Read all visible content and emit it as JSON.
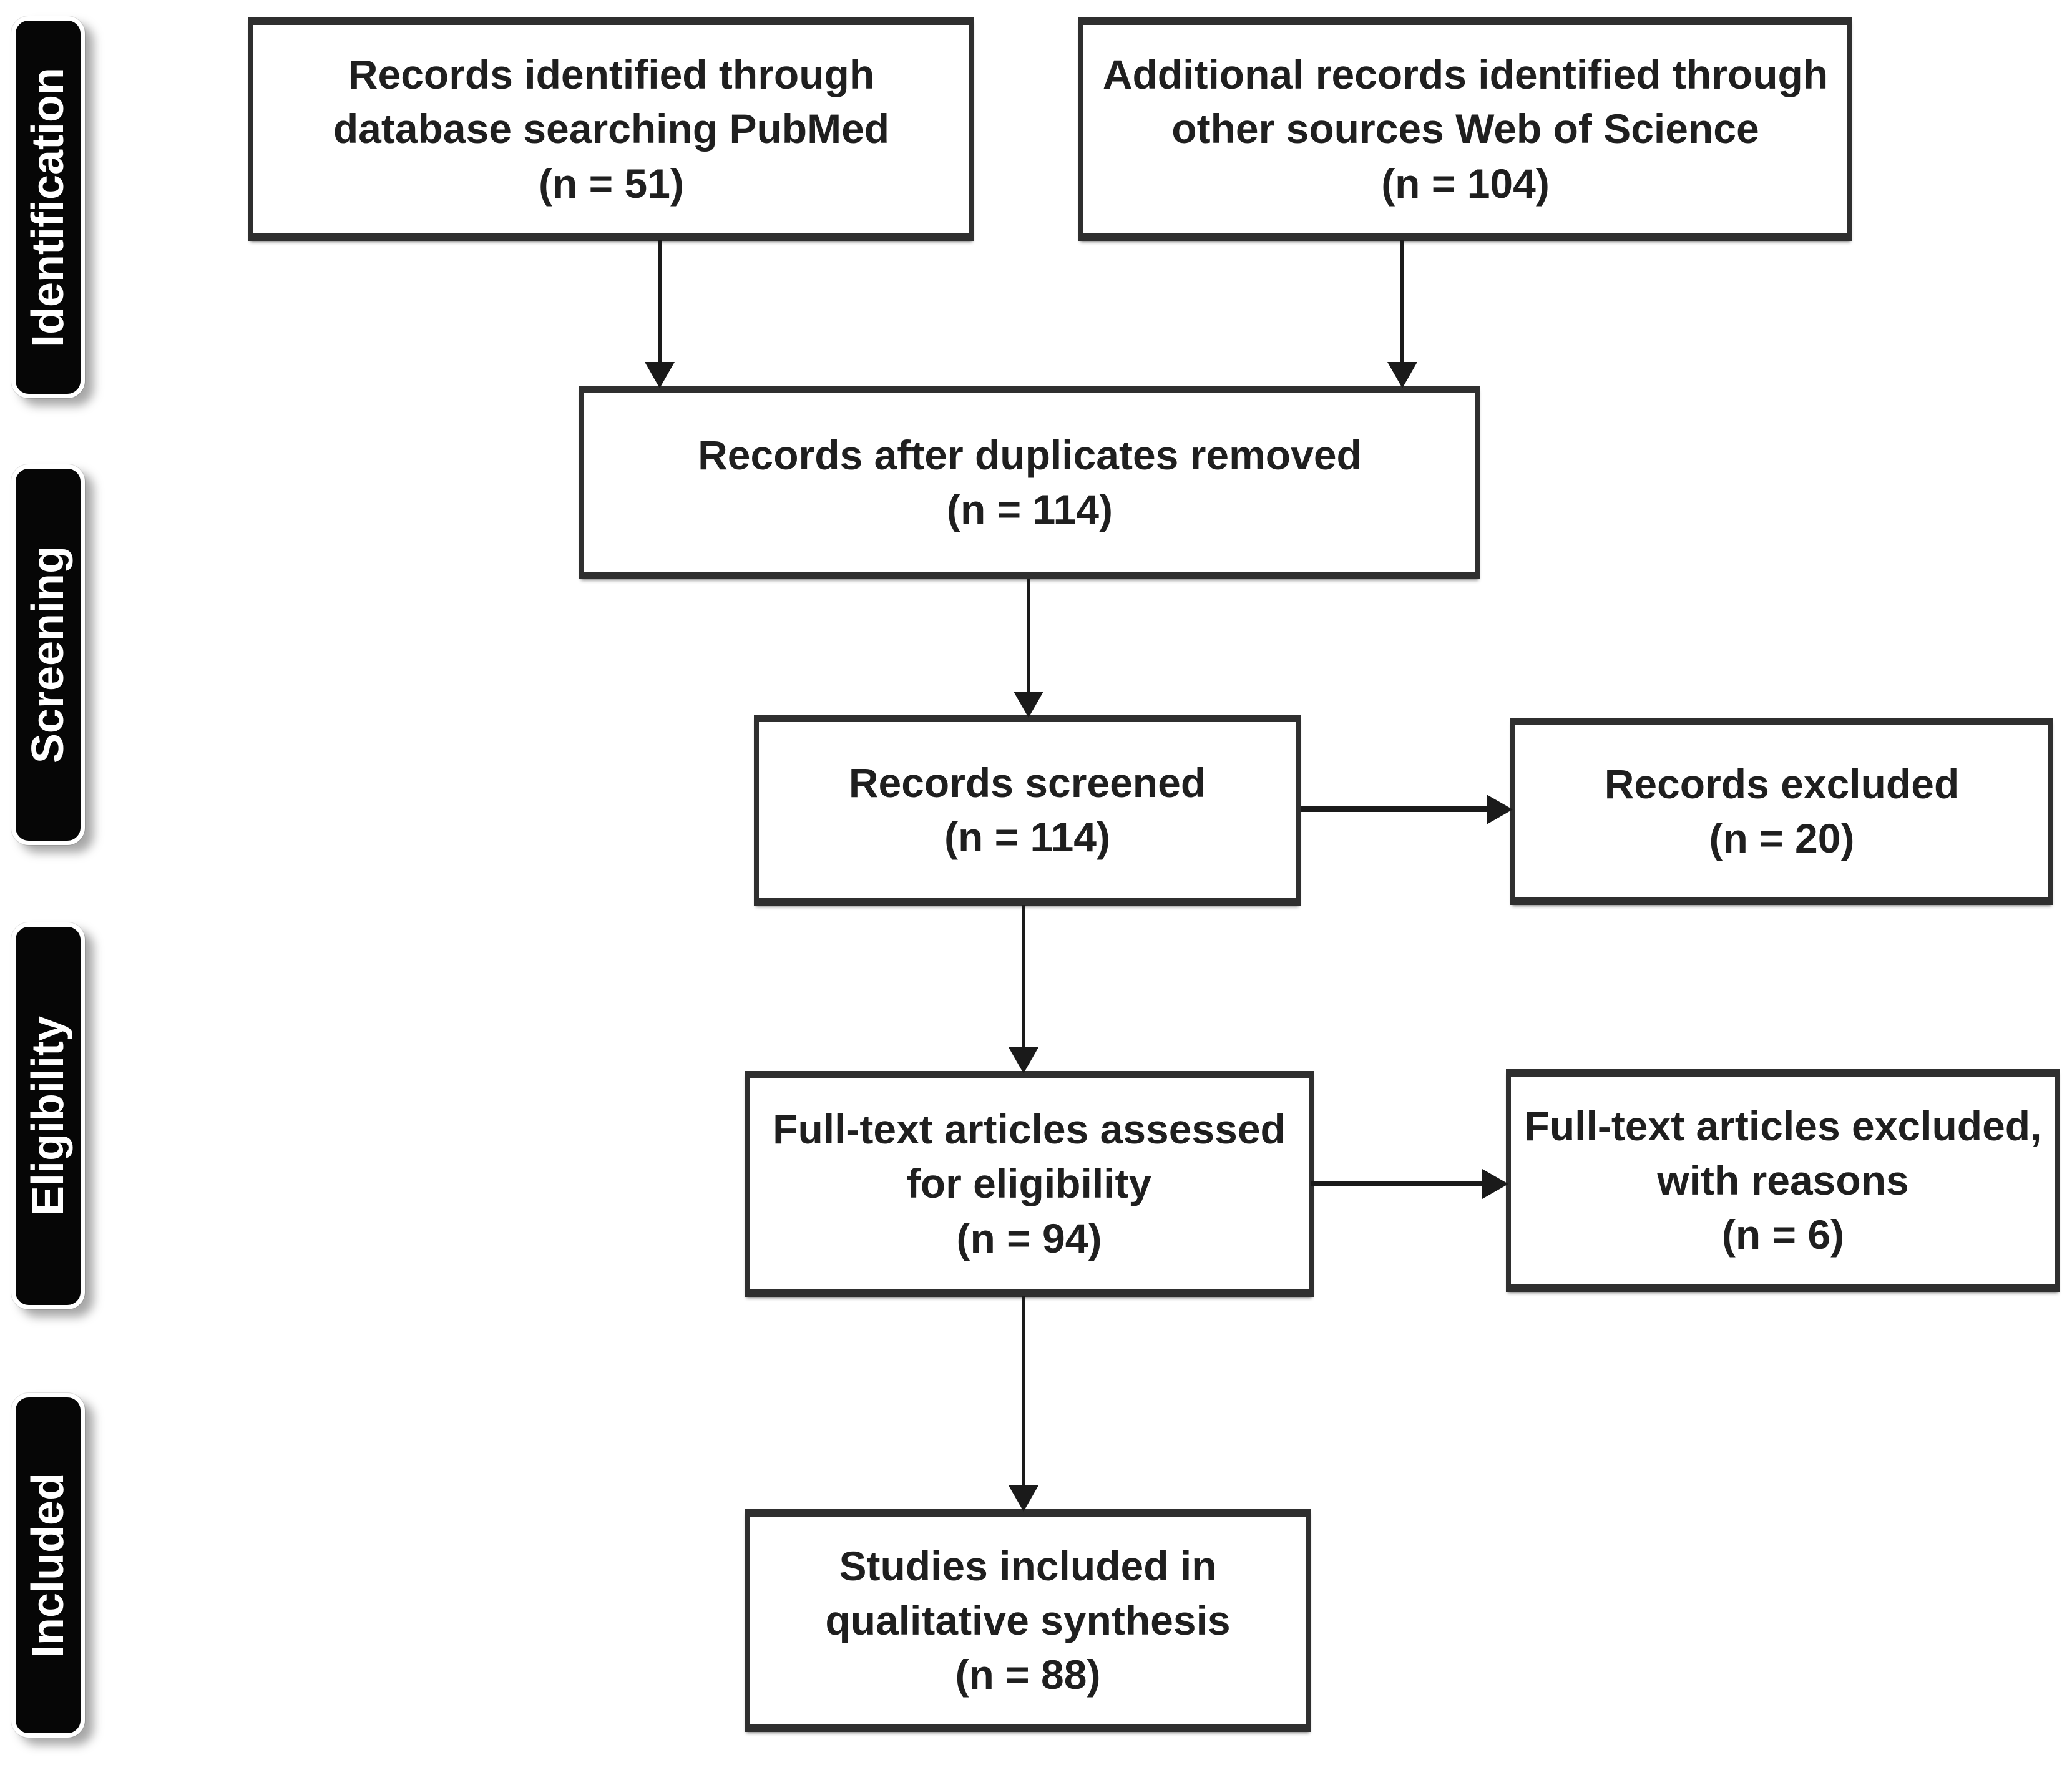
{
  "diagram": {
    "type": "prisma-flow",
    "stages": [
      {
        "label": "Identification"
      },
      {
        "label": "Screening"
      },
      {
        "label": "Eligibility"
      },
      {
        "label": "Included"
      }
    ],
    "nodes": [
      {
        "id": "records-identified",
        "stage": "Identification",
        "lines": [
          "Records identified through",
          "database searching PubMed",
          "(n = 51)"
        ],
        "n": 51
      },
      {
        "id": "additional-records",
        "stage": "Identification",
        "lines": [
          "Additional records identified through",
          "other sources Web of Science",
          "(n = 104)"
        ],
        "n": 104
      },
      {
        "id": "after-duplicates",
        "stage": "Screening",
        "lines": [
          "Records after duplicates removed",
          "(n = 114)"
        ],
        "n": 114
      },
      {
        "id": "records-screened",
        "stage": "Screening",
        "lines": [
          "Records screened",
          "(n = 114)"
        ],
        "n": 114
      },
      {
        "id": "records-excluded",
        "stage": "Screening",
        "lines": [
          "Records excluded",
          "(n = 20)"
        ],
        "n": 20
      },
      {
        "id": "fulltext-assessed",
        "stage": "Eligibility",
        "lines": [
          "Full-text articles assessed",
          "for eligibility",
          "(n = 94)"
        ],
        "n": 94
      },
      {
        "id": "fulltext-excluded",
        "stage": "Eligibility",
        "lines": [
          "Full-text articles excluded,",
          "with reasons",
          "(n = 6)"
        ],
        "n": 6
      },
      {
        "id": "studies-included",
        "stage": "Included",
        "lines": [
          "Studies included in",
          "qualitative synthesis",
          "(n = 88)"
        ],
        "n": 88
      }
    ],
    "edges": [
      {
        "from": "records-identified",
        "to": "after-duplicates"
      },
      {
        "from": "additional-records",
        "to": "after-duplicates"
      },
      {
        "from": "after-duplicates",
        "to": "records-screened"
      },
      {
        "from": "records-screened",
        "to": "records-excluded"
      },
      {
        "from": "records-screened",
        "to": "fulltext-assessed"
      },
      {
        "from": "fulltext-assessed",
        "to": "fulltext-excluded"
      },
      {
        "from": "fulltext-assessed",
        "to": "studies-included"
      }
    ],
    "colors": {
      "background": "#ffffff",
      "box_fill": "#ffffff",
      "box_border": "#2f2f2f",
      "text": "#1f1f1f",
      "stage_fill": "#060606",
      "stage_text": "#ffffff",
      "arrow": "#1a1a1a"
    }
  }
}
